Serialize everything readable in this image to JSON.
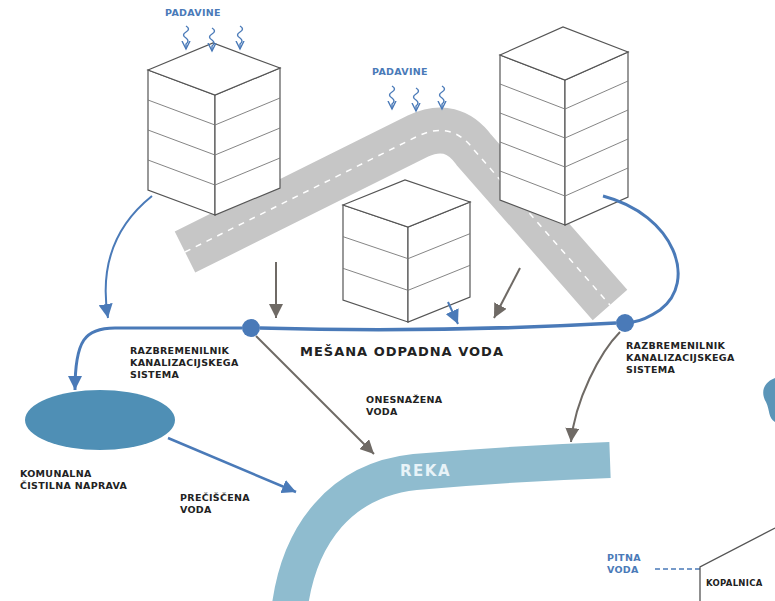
{
  "diagram": {
    "nodes": [
      {
        "text": [
          "KOMUNALNA ČISTILNA NAPRAVA"
        ]
      },
      {
        "text": [
          "RAZBREMENILNIK KANALIZACIJSKEGA SISTEMA"
        ]
      },
      {
        "text": [
          "RAZBREMENILNIK KANALIZACIJSKEGA SISTEMA"
        ]
      },
      {
        "text": [
          "REKA"
        ]
      }
    ],
    "edges": [
      {
        "from": 1,
        "to": 3,
        "arrow": "to",
        "label": "ONESNAŽENA VODA"
      },
      {
        "from": 2,
        "to": 3,
        "arrow": "to"
      },
      {
        "from": 0,
        "to": 3,
        "arrow": "to",
        "label": "PREČIŠČENA VODA"
      },
      {
        "from": 1,
        "to": 0,
        "arrow": "to"
      },
      {
        "from": 2,
        "to": 1,
        "arrow": "none",
        "label": "MEŠANA ODPADNA VODA"
      }
    ],
    "labels": [
      "PADAVINE",
      "PADAVINE",
      "PITNA VODA",
      "KOPALNICA"
    ]
  }
}
